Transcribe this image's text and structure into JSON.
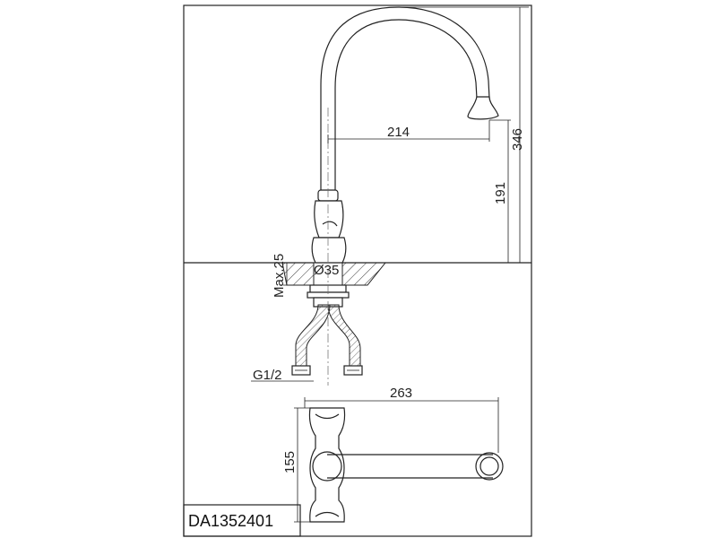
{
  "dimensions": {
    "total_height": "346",
    "spout_reach": "214",
    "spout_height": "191",
    "max_thickness": "Max.25",
    "hole_diameter": "Ø35",
    "thread": "G1/2",
    "top_length": "263",
    "top_width": "155"
  },
  "model_code": "DA1352401"
}
